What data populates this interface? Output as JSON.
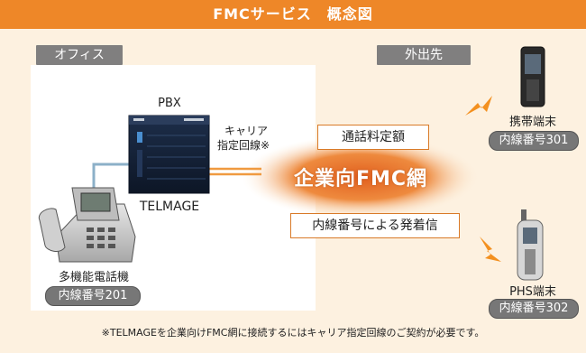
{
  "header": {
    "title": "FMCサービス　概念図"
  },
  "office": {
    "tag": "オフィス",
    "pbx_label": "PBX",
    "pbx_brand": "TELMAGE",
    "phone_label": "多機能電話機",
    "phone_ext": "内線番号201"
  },
  "carrier_line": {
    "line1": "キャリア",
    "line2": "指定回線※"
  },
  "network": {
    "name": "企業向FMC網",
    "top_box": "通話料定額",
    "bottom_box": "内線番号による発着信"
  },
  "outside": {
    "tag": "外出先",
    "mobile_label": "携帯端末",
    "mobile_ext": "内線番号301",
    "phs_label": "PHS端末",
    "phs_ext": "内線番号302"
  },
  "footnote": "※TELMAGEを企業向けFMC網に接続するにはキャリア指定回線のご契約が必要です。",
  "colors": {
    "header": "#ee8728",
    "background": "#fdf1e0",
    "tag": "#807f7f",
    "network_glow": "#e8732a",
    "line": "#f09a40",
    "cable": "#8cb0c8"
  }
}
